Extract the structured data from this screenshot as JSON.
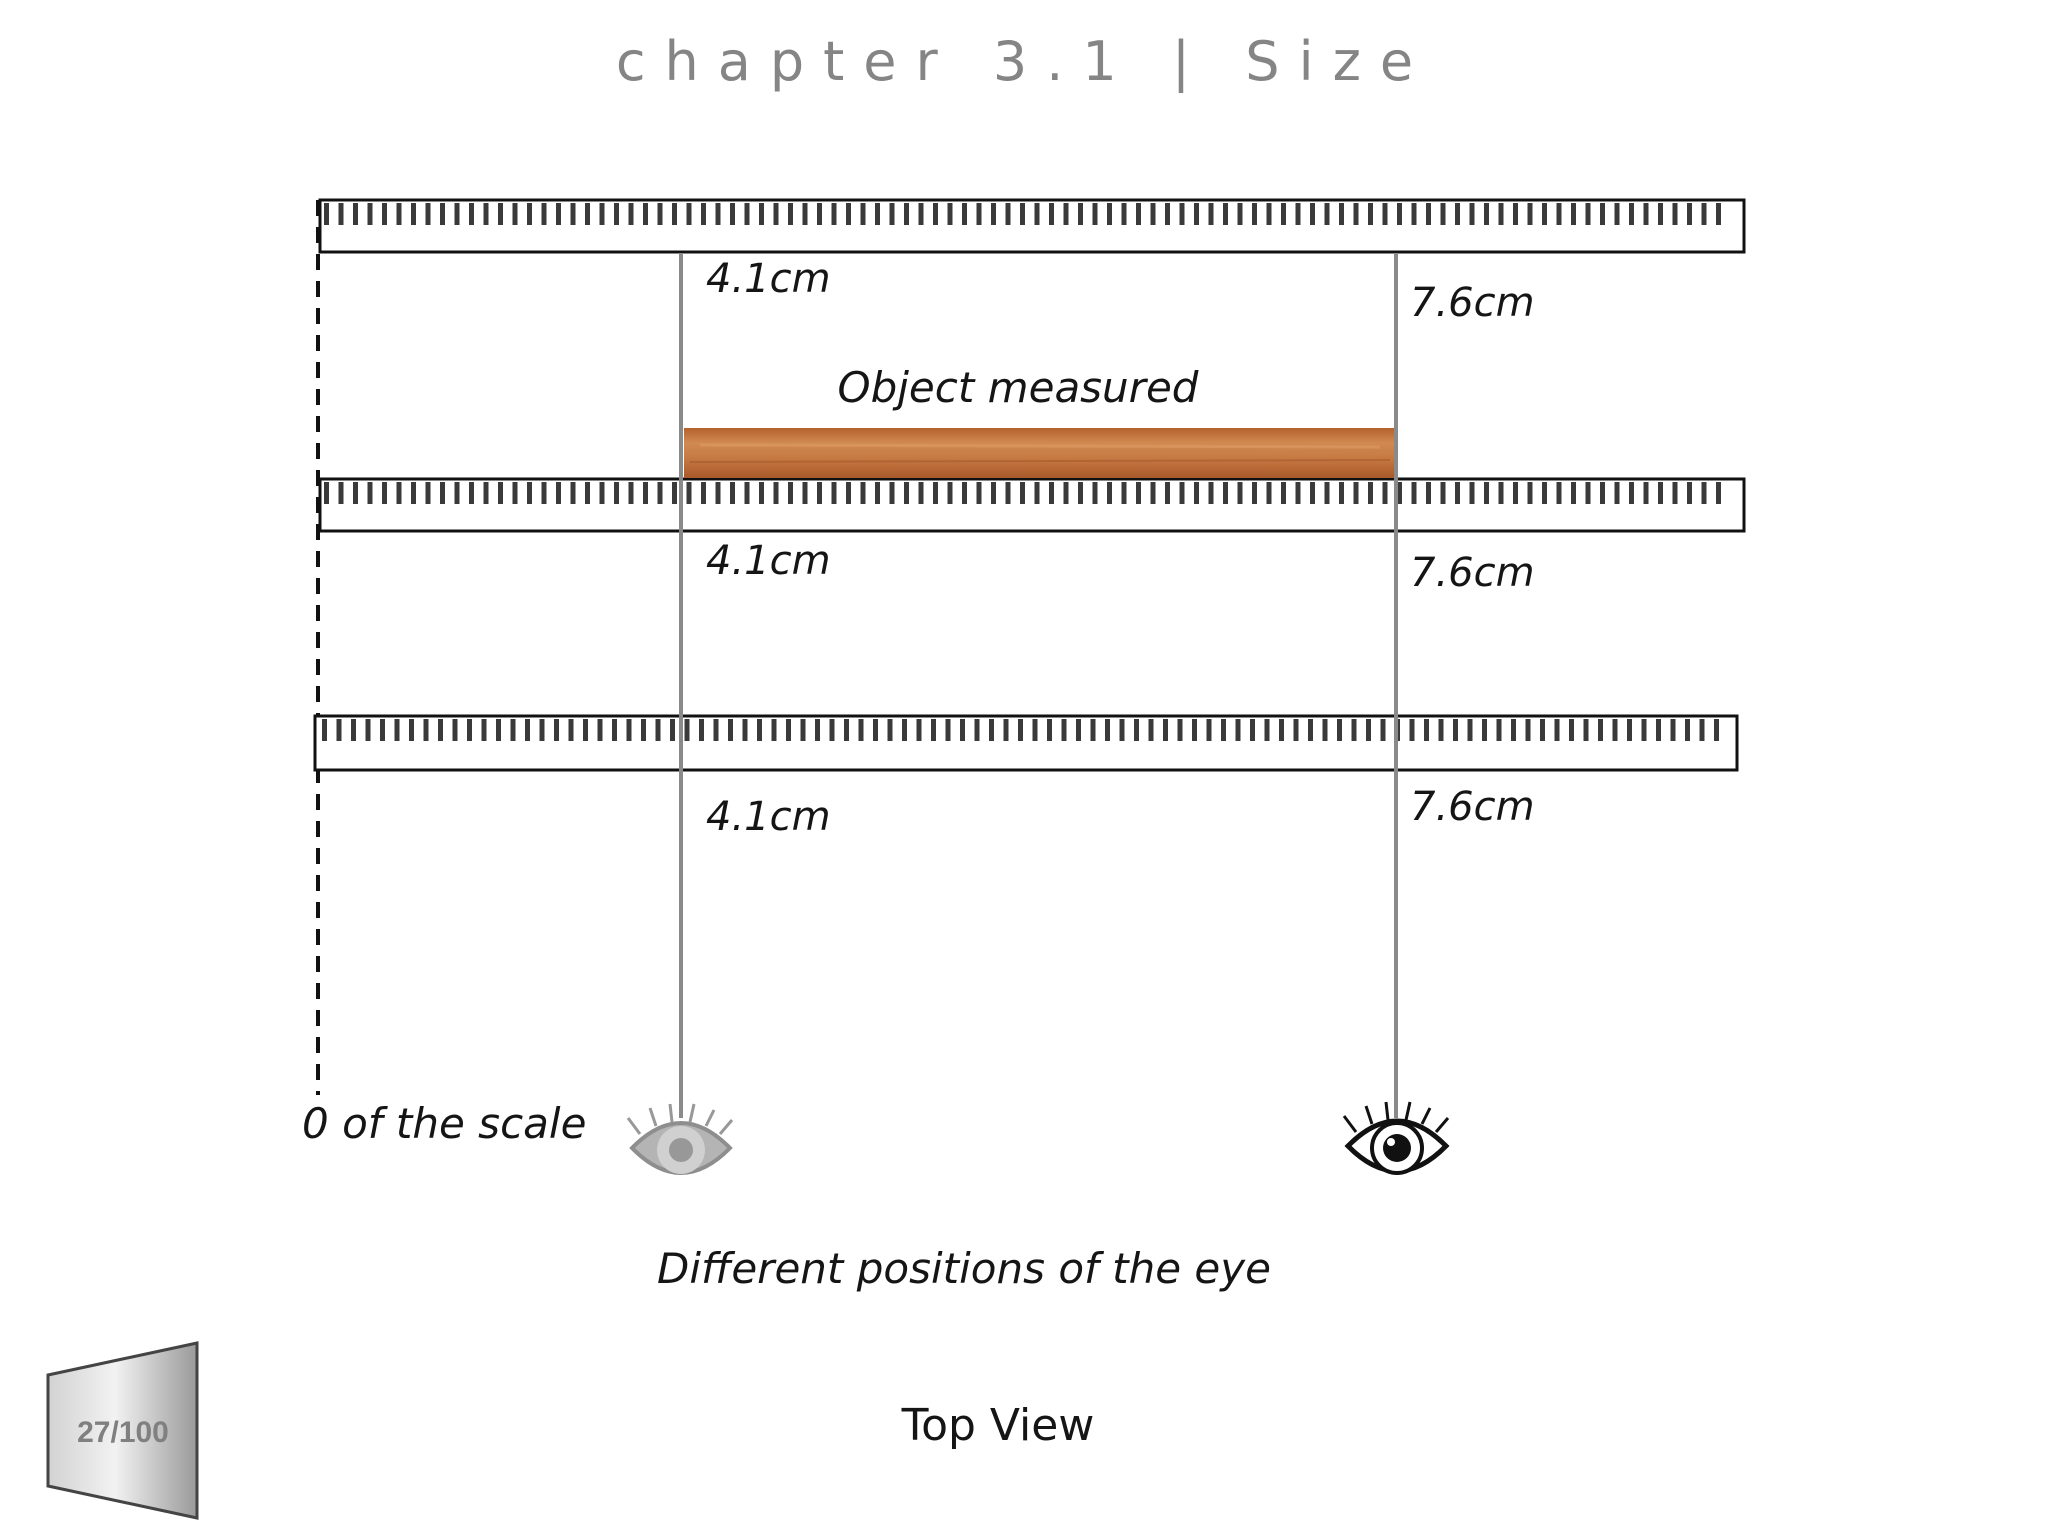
{
  "title": "chapter 3.1 | Size",
  "diagram": {
    "object_label": "Object measured",
    "scale_zero_label": "0 of the scale",
    "eye_positions_label": "Different positions of the eye",
    "view_label": "Top View",
    "readings": [
      {
        "ruler": "top",
        "left": "4.1cm",
        "right": "7.6cm"
      },
      {
        "ruler": "middle",
        "left": "4.1cm",
        "right": "7.6cm"
      },
      {
        "ruler": "bottom",
        "left": "4.1cm",
        "right": "7.6cm"
      }
    ],
    "object_color": "#c8753e",
    "icons": [
      "eye-icon",
      "eye-icon"
    ]
  },
  "page_indicator": "27/100"
}
